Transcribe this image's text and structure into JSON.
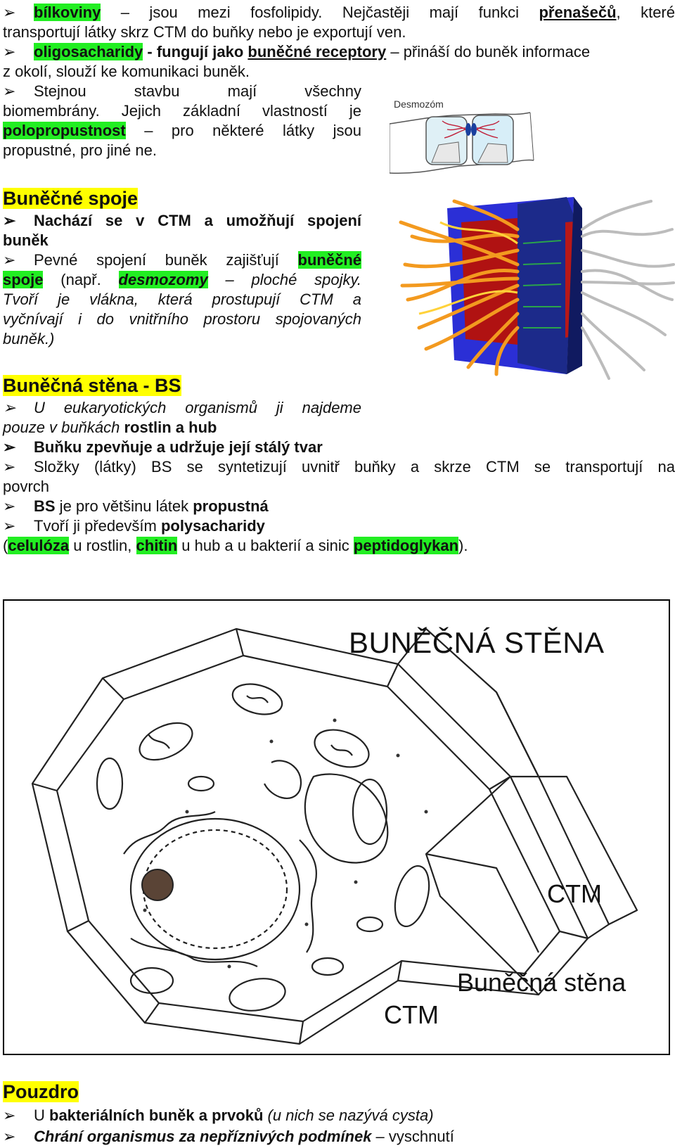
{
  "para1": {
    "l1_a": "bílkoviny",
    "l1_b": " – jsou mezi fosfolipidy. Nejčastěji mají funkci ",
    "l1_c": "přenašečů",
    "l1_d": ", které",
    "l2": "transportují látky skrz CTM do buňky nebo je exportují ven.",
    "l3_a": "oligosacharidy",
    "l3_b": " - fungují jako ",
    "l3_c": "buněčné receptory",
    "l3_d": " – přináší do buněk informace",
    "l4": "z okolí, slouží ke komunikaci buněk.",
    "l5": "Stejnou stavbu mají všechny",
    "l6": "biomembrány. Jejich základní vlastností je",
    "l7_a": "polopropustnost",
    "l7_b": " – pro některé látky jsou",
    "l8": "propustné, pro jiné ne."
  },
  "desmosome_label": "Desmozóm",
  "spoje": {
    "heading": "Buněčné spoje",
    "l1": "Nachází se v CTM a umožňují spojení",
    "l2": "buněk",
    "l3_a": "Pevné spojení buněk zajišťují ",
    "l3_b": "buněčné",
    "l4_a": "spoje",
    "l4_b": " (např. ",
    "l4_c": "desmozomy",
    "l4_d": " – ploché spojky.",
    "l5": "Tvoří je vlákna, která prostupují CTM a",
    "l6": "vyčnívají i do vnitřního prostoru spojovaných",
    "l7": "buněk.)"
  },
  "stena": {
    "heading": "Buněčná stěna - BS",
    "l1": "U eukaryotických organismů ji najdeme",
    "l2_a": "pouze v buňkách ",
    "l2_b": "rostlin a hub",
    "l3": "Buňku zpevňuje a udržuje její stálý tvar",
    "l4": "Složky (látky) BS se syntetizují uvnitř buňky a skrze CTM se transportují na",
    "l5": "povrch",
    "l6_a": "BS",
    "l6_b": " je pro většinu látek ",
    "l6_c": "propustná",
    "l7_a": "Tvoří ji především ",
    "l7_b": "polysacharidy",
    "l8_a": "(",
    "l8_b": "celulóza",
    "l8_c": " u rostlin, ",
    "l8_d": "chitin",
    "l8_e": " u hub a u bakterií a sinic ",
    "l8_f": "peptidoglykan",
    "l8_g": ")."
  },
  "figure": {
    "title": "BUNĚČNÁ STĚNA",
    "label_ctm_right": "CTM",
    "label_wall": "Buněčná stěna",
    "label_ctm_bottom": "CTM"
  },
  "pouzdro": {
    "heading": "Pouzdro",
    "l1_a": "U ",
    "l1_b": "bakteriálních buněk a prvoků",
    "l1_c": " (u nich se nazývá cysta)",
    "l2_a": "Chrání organismus za nepříznivých podmínek",
    "l2_b": " – vyschnutí"
  },
  "bullet_glyph": "➢"
}
